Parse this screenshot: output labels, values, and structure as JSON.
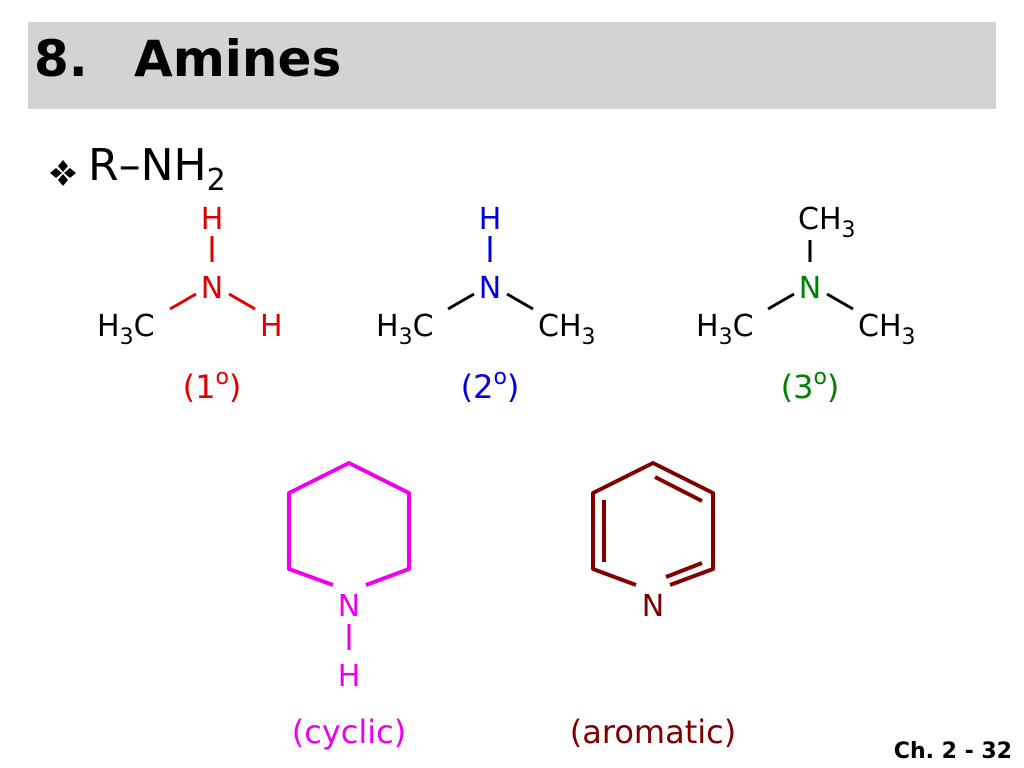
{
  "slide": {
    "number_label": "8.",
    "title": "Amines",
    "bullet": {
      "icon": "four-diamond-bullet-icon",
      "formula_main": "R–NH",
      "formula_sub": "2"
    },
    "footer": "Ch. 2 - 32"
  },
  "structures": {
    "primary": {
      "color": "#e00000",
      "atoms": {
        "top_h": "H",
        "n": "N",
        "left_group": "H",
        "left_sub": "3",
        "left_c": "C",
        "right_h": "H"
      },
      "label_open": "(1",
      "label_sup": "o",
      "label_close": ")"
    },
    "secondary": {
      "color": "#0000e0",
      "atoms": {
        "top_h": "H",
        "n": "N",
        "left_group": "H",
        "left_sub": "3",
        "left_c": "C",
        "right_group": "CH",
        "right_sub": "3"
      },
      "label_open": "(2",
      "label_sup": "o",
      "label_close": ")"
    },
    "tertiary": {
      "color": "#008000",
      "atoms": {
        "top_group": "CH",
        "top_sub": "3",
        "n": "N",
        "left_group": "H",
        "left_sub": "3",
        "left_c": "C",
        "right_group": "CH",
        "right_sub": "3"
      },
      "label_open": "(3",
      "label_sup": "o",
      "label_close": ")"
    },
    "cyclic": {
      "color": "#ee00ee",
      "atoms": {
        "n": "N",
        "h": "H"
      },
      "label": "(cyclic)"
    },
    "aromatic": {
      "color": "#800000",
      "atoms": {
        "n": "N"
      },
      "label": "(aromatic)"
    }
  }
}
